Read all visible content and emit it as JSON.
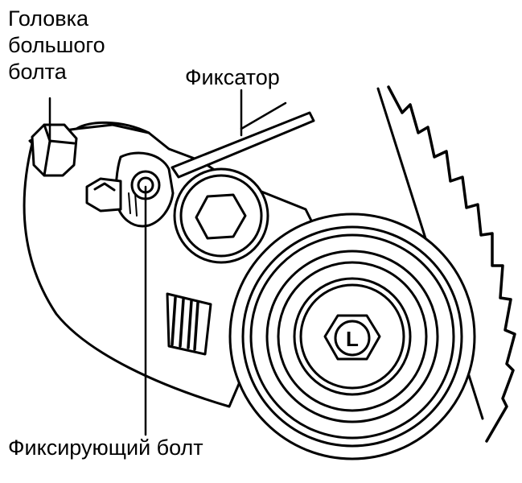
{
  "labels": {
    "bolt_head": [
      "Головка",
      "большого",
      "болта"
    ],
    "latch": "Фиксатор",
    "fixing_bolt": "Фиксирующий болт",
    "pulley_mark": "L"
  },
  "colors": {
    "ink": "#000000",
    "paper": "#ffffff"
  }
}
